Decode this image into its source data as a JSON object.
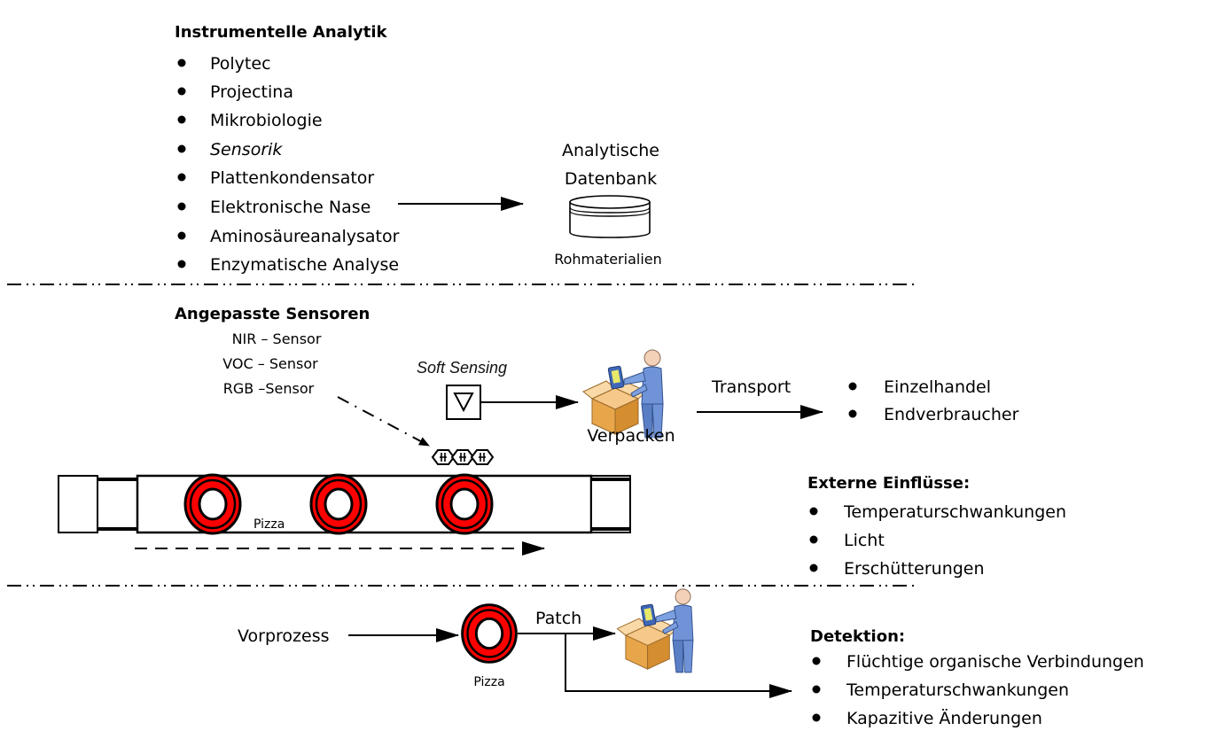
{
  "section_analytics": {
    "heading": "Instrumentelle Analytik",
    "items": [
      {
        "label": "Polytec",
        "italic": false
      },
      {
        "label": "Projectina",
        "italic": false
      },
      {
        "label": "Mikrobiologie",
        "italic": false
      },
      {
        "label": "Sensorik",
        "italic": true
      },
      {
        "label": "Plattenkondensator",
        "italic": false
      },
      {
        "label": "Elektronische Nase",
        "italic": false
      },
      {
        "label": "Aminosäureanalysator",
        "italic": false
      },
      {
        "label": "Enzymatische Analyse",
        "italic": false
      }
    ],
    "database": {
      "title_line1": "Analytische",
      "title_line2": "Datenbank",
      "caption": "Rohmaterialien",
      "icon": "database-icon"
    }
  },
  "section_process": {
    "heading": "Angepasste Sensoren",
    "sensors": [
      "NIR – Sensor",
      "VOC – Sensor",
      "RGB –Sensor"
    ],
    "soft_sensing": "Soft Sensing",
    "packing_label": "Verpacken",
    "transport_label": "Transport",
    "destinations": [
      "Einzelhandel",
      "Endverbraucher"
    ],
    "conveyor_item_label": "Pizza",
    "pizza_count": 3,
    "external": {
      "heading": "Externe Einflüsse:",
      "items": [
        "Temperaturschwankungen",
        "Licht",
        "Erschütterungen"
      ]
    }
  },
  "section_detection": {
    "preprocess_label": "Vorprozess",
    "pizza_label": "Pizza",
    "patch_label": "Patch",
    "heading": "Detektion:",
    "items": [
      "Flüchtige organische Verbindungen",
      "Temperaturschwankungen",
      "Kapazitive Änderungen"
    ]
  },
  "colors": {
    "pizza_red": "#ff0000",
    "box_orange": "#e8a64a",
    "person_blue": "#6f93d6"
  }
}
